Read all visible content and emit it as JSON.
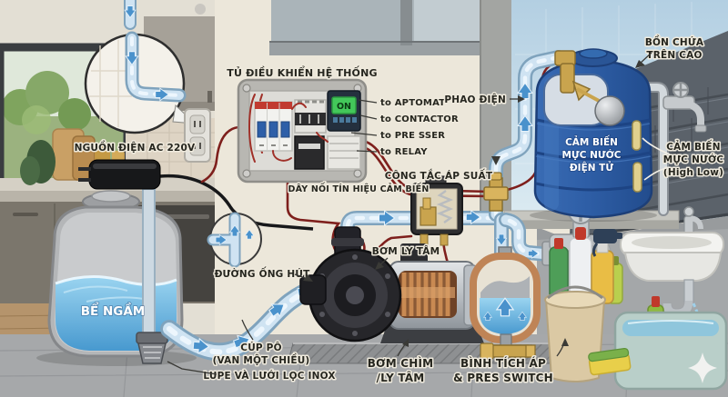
{
  "labels": {
    "control_panel_title": "TỦ ĐIỀU KHIỂN HỆ THỐNG",
    "to_aptomat": "to APTOMAT",
    "to_contactor": "to CONTACTOR",
    "to_presser": "to PRE SSER",
    "to_relay": "to RELAY",
    "power_source": "NGUỒN ĐIỆN AC 220V",
    "underground_tank": "BỂ NGẦM",
    "suction_line": "ĐƯỜNG ỐNG HÚT",
    "check_valve_line1": "CÚP PÔ",
    "check_valve_line2": "(VAN MỘT CHIỀU)",
    "strainer": "LUPE VÀ LƯỚI LỌC INOX",
    "centrifugal_pump": "BƠM LY TÂM",
    "submersible_pump_line1": "BƠM CHÌM",
    "submersible_pump_line2": "/LY TÂM",
    "pressure_switch": "CÔNG TẮC ÁP SUẤT",
    "sensor_signal_wire": "DÂY NỐI TÍN HIỆU CẢM BIẾN",
    "pressure_tank_line1": "BÌNH TÍCH ÁP",
    "pressure_tank_line2": "& PRES SWITCH",
    "float_switch": "PHAO ĐIỆN",
    "rooftop_tank_line1": "BỒN CHỨA",
    "rooftop_tank_line2": "TRÊN CAO",
    "electronic_level_sensor_line1": "CẢM BIẾN",
    "electronic_level_sensor_line2": "MỰC NƯỚC",
    "electronic_level_sensor_line3": "ĐIỆN TỬ",
    "level_sensor_highlow_line1": "CẢM BIẾN",
    "level_sensor_highlow_line2": "MỰC NƯỚC",
    "level_sensor_highlow_line3": "(High Low)"
  },
  "display": {
    "controller_screen": "ON"
  },
  "colors": {
    "rooftop_tank_blue": "#2e5ea6",
    "water_blue": "#7cc0e8",
    "pipe_light": "#cfe3f2",
    "flow_arrow_blue": "#4a92cc",
    "signal_wire_red": "#7e1f1c",
    "wall_cream": "#ece7da",
    "floor_concrete": "#a6a8aa",
    "roof_gray": "#5d646c",
    "screen_green": "#43c85a",
    "brass": "#c9a44e",
    "label_text": "#26261f"
  }
}
